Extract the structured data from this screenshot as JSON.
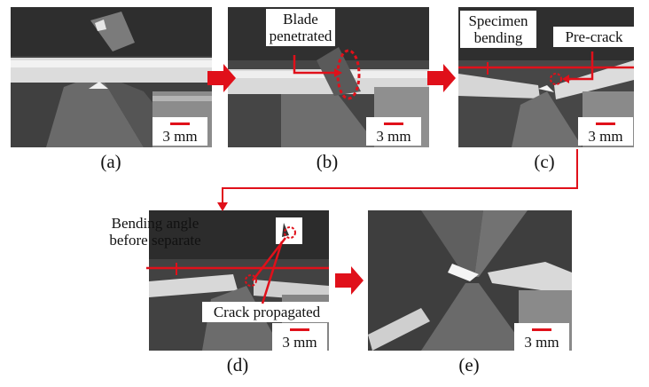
{
  "captions": [
    "(a)",
    "(b)",
    "(c)",
    "(d)",
    "(e)"
  ],
  "scale_text": "3 mm",
  "labels": {
    "blade_penetrated": [
      "Blade",
      "penetrated"
    ],
    "specimen_bending": [
      "Specimen",
      "bending"
    ],
    "pre_crack": "Pre-crack",
    "bending_angle": [
      "Bending angle",
      "before separate"
    ],
    "crack_propagated": "Crack propagated"
  },
  "colors": {
    "annotation": "#e0101a",
    "background": "#ffffff"
  }
}
